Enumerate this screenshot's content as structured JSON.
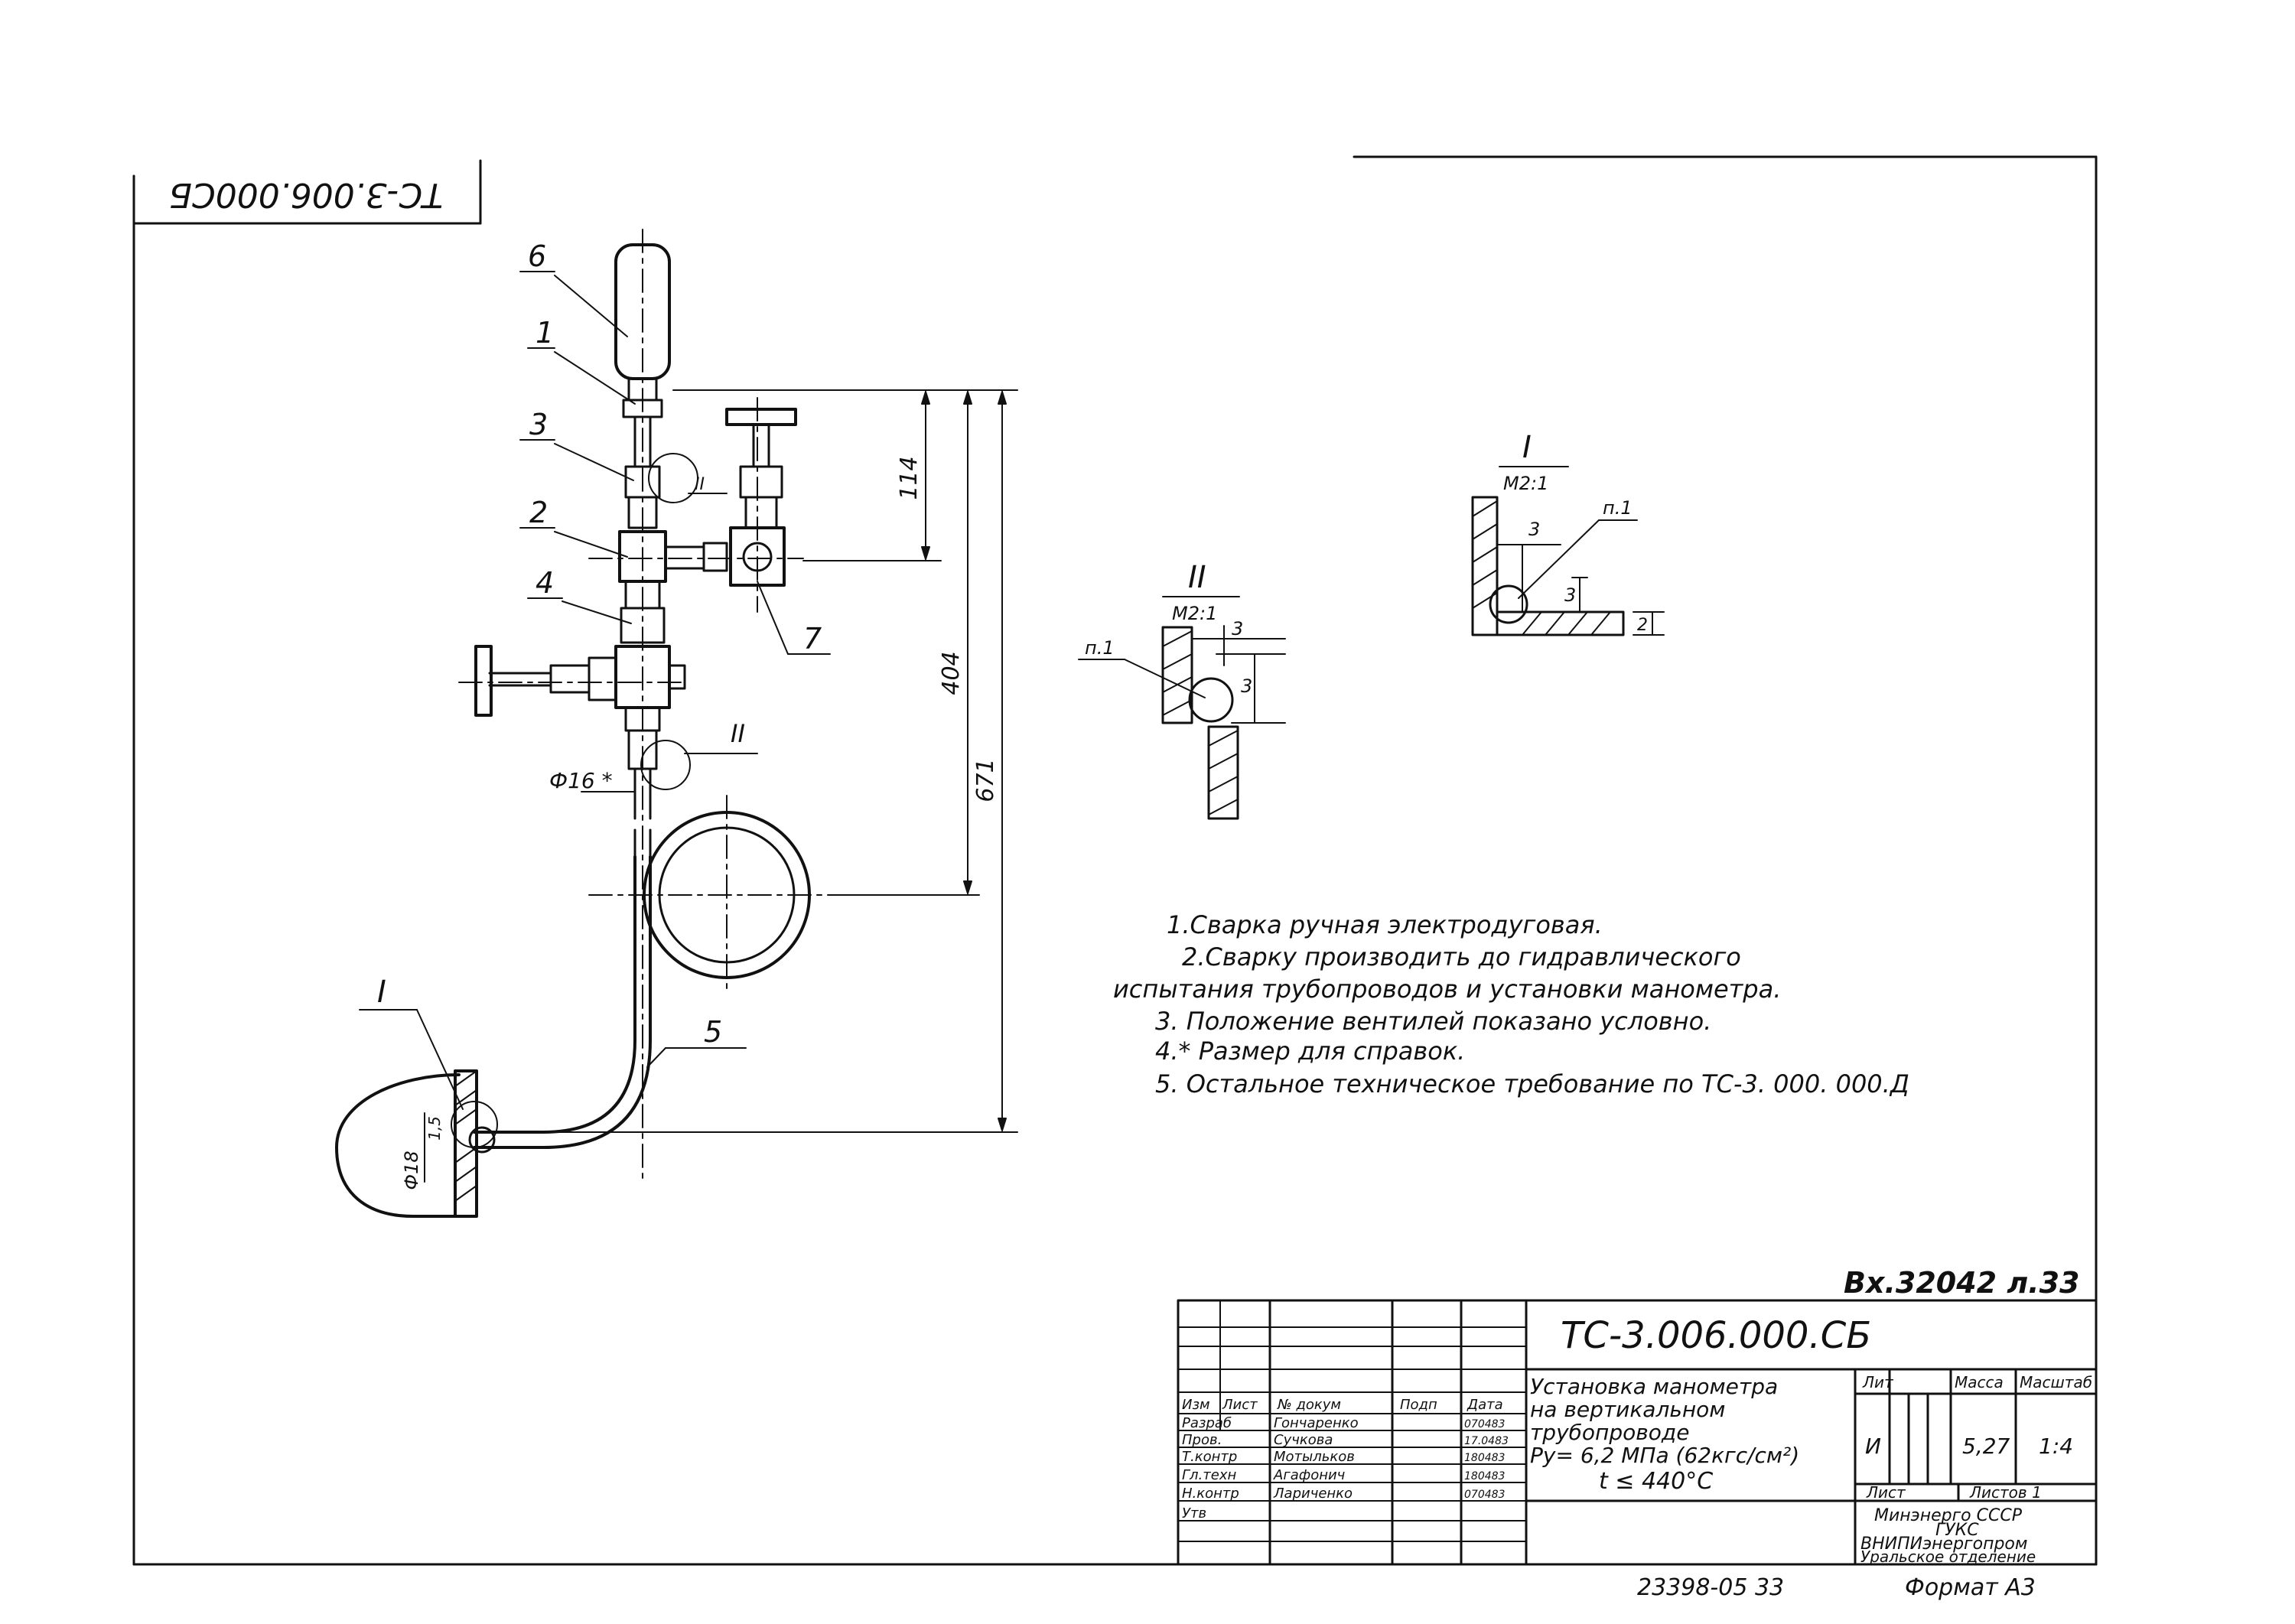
{
  "stamp_rotated": "ТС-3.006.000СБ",
  "parts": {
    "p1": "1",
    "p2": "2",
    "p3": "3",
    "p4": "4",
    "p5": "5",
    "p6": "6",
    "p7": "7"
  },
  "dims": {
    "d114": "114",
    "d404": "404",
    "d671": "671",
    "phi16": "Ф16 *",
    "phi18": "Ф18",
    "d15": "1,5"
  },
  "views": {
    "v1_label": "I",
    "v2_label": "II",
    "v2_scale": "М2:1",
    "v2_note": "п.1",
    "v2_d3a": "3",
    "v2_d3b": "3",
    "v1_scale": "М2:1",
    "v1_note": "п.1",
    "v1_d3a": "3",
    "v1_d3b": "3",
    "v1_d2": "2",
    "callout_I": "I",
    "callout_II_a": "II",
    "callout_II_b": "II"
  },
  "notes": [
    "1.Сварка ручная электродуговая.",
    "2.Сварку производить до гидравлического",
    "испытания трубопроводов и установки манометра.",
    "3. Положение вентилей показано условно.",
    "4.* Размер для справок.",
    "5. Остальное техническое требование по ТС-3. 000. 000.Д"
  ],
  "archive_ref": "Вх.32042 л.33",
  "title_block": {
    "designation": "ТС-3.006.000.СБ",
    "name_lines": [
      "Установка манометра",
      "на вертикальном",
      "трубопроводе",
      "Ру= 6,2 МПа (62кгс/см²)",
      "t ≤ 440°С"
    ],
    "header_row": [
      "Изм",
      "Лист",
      "№ докум",
      "Подп",
      "Дата"
    ],
    "rows": [
      [
        "Разраб",
        "Гончаренко",
        "",
        "070483"
      ],
      [
        "Пров.",
        "Сучкова",
        "",
        "17.0483"
      ],
      [
        "Т.контр",
        "Мотыльков",
        "",
        "180483"
      ],
      [
        "Гл.техн",
        "Агафонич",
        "",
        "180483"
      ],
      [
        "Н.контр",
        "Лариченко",
        "",
        "070483"
      ],
      [
        "Утв",
        "",
        "",
        ""
      ]
    ],
    "lit_label": "Лит",
    "mass_label": "Масса",
    "scale_label": "Масштаб",
    "lit_value": "И",
    "mass_value": "5,27",
    "scale_value": "1:4",
    "sheet_label": "Лист",
    "sheets_label": "Листов 1",
    "org_lines": [
      "Минэнерго СССР",
      "ГУКС",
      "ВНИПИэнергопром",
      "Уральское отделение"
    ]
  },
  "footer_code": "23398-05   33",
  "format_label": "Формат А3"
}
